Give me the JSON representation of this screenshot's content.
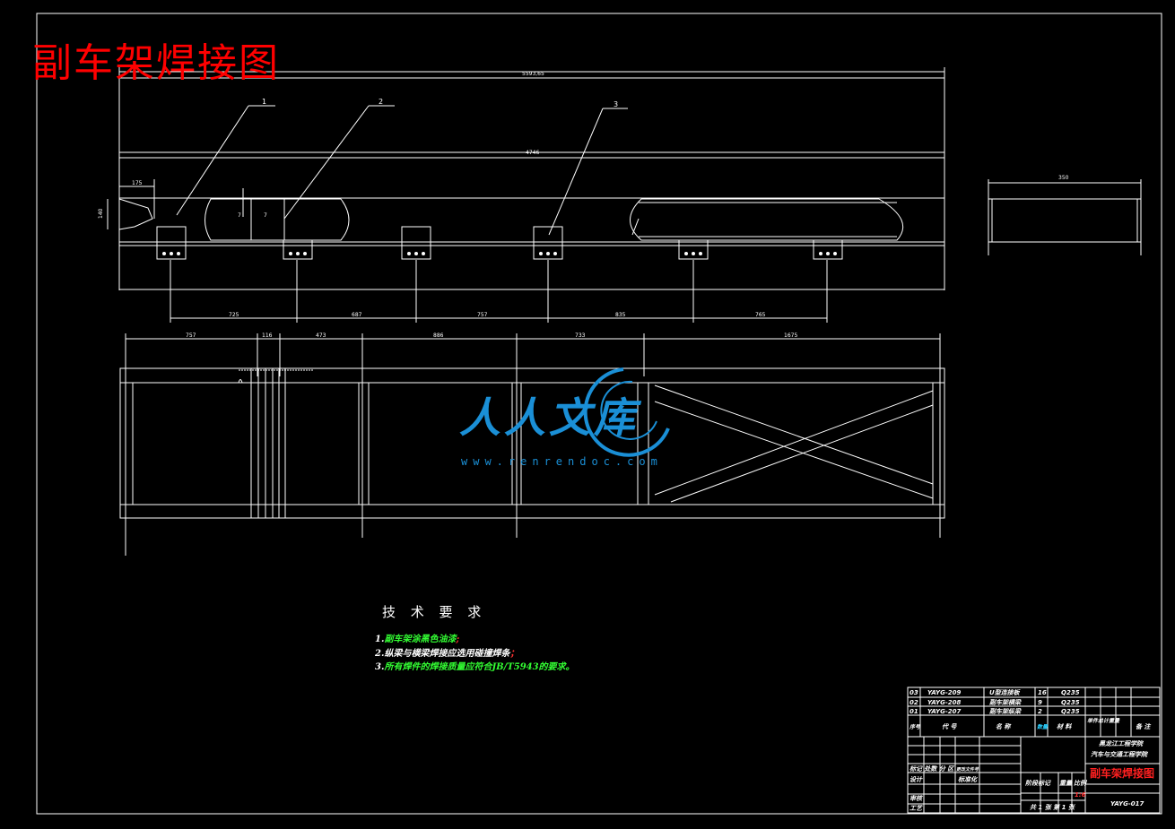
{
  "title": "副车架焊接图",
  "callouts": [
    "1",
    "2",
    "3"
  ],
  "top_dims": {
    "overall": "5593,65",
    "inner": "4746",
    "front": "175",
    "height": "140",
    "box_h": "7",
    "box_w": "7",
    "side_width": "350"
  },
  "bottom_dims": [
    "725",
    "687",
    "757",
    "835",
    "765"
  ],
  "plan_dims": [
    "757",
    "116",
    "473",
    "886",
    "733",
    "1675"
  ],
  "tech": {
    "heading": "技 术 要 求",
    "items": [
      {
        "num": "1.",
        "text": "副车架涂黑色油漆",
        "color": "#33ff33",
        "tail": ";",
        "tail_color": "#ff3333"
      },
      {
        "num": "2.",
        "text": "纵梁与横梁焊接应选用碰撞焊条",
        "color": "#ffffff",
        "tail": "；",
        "tail_color": "#ff3333"
      },
      {
        "num": "3.",
        "text": "所有焊件的焊接质量应符合JB/T5943的要求。",
        "color": "#33ff33",
        "tail": "",
        "tail_color": "#33ff33"
      }
    ]
  },
  "watermark": {
    "text": "人人文库",
    "url": "www.renrendoc.com",
    "color": "#1a8fd6"
  },
  "title_block": {
    "parts": [
      {
        "seq": "03",
        "code": "YAYG-209",
        "name": "U型连接板",
        "qty": "16",
        "material": "Q235"
      },
      {
        "seq": "02",
        "code": "YAYG-208",
        "name": "副车架横梁",
        "qty": "9",
        "material": "Q235"
      },
      {
        "seq": "01",
        "code": "YAYG-207",
        "name": "副车架纵梁",
        "qty": "2",
        "material": "Q235"
      }
    ],
    "header": {
      "seq": "序号",
      "code": "代 号",
      "name": "名 称",
      "qty": "数量",
      "material": "材 料",
      "weight": "单件总计重量",
      "remark": "备 注"
    },
    "school1": "黑龙江工程学院",
    "school2": "汽车与交通工程学院",
    "drawing_name": "副车架焊接图",
    "drawing_no": "YAYG-017",
    "scale_label": "比例",
    "scale": "1:6",
    "stage_label": "阶段标记",
    "weight_label": "重量",
    "sheets": "共 1 张  第 1 张",
    "marks": "标记 处数 分 区",
    "design": "设计",
    "std": "标准化",
    "review": "审核",
    "process": "工艺",
    "date_note": "更改文件号"
  }
}
